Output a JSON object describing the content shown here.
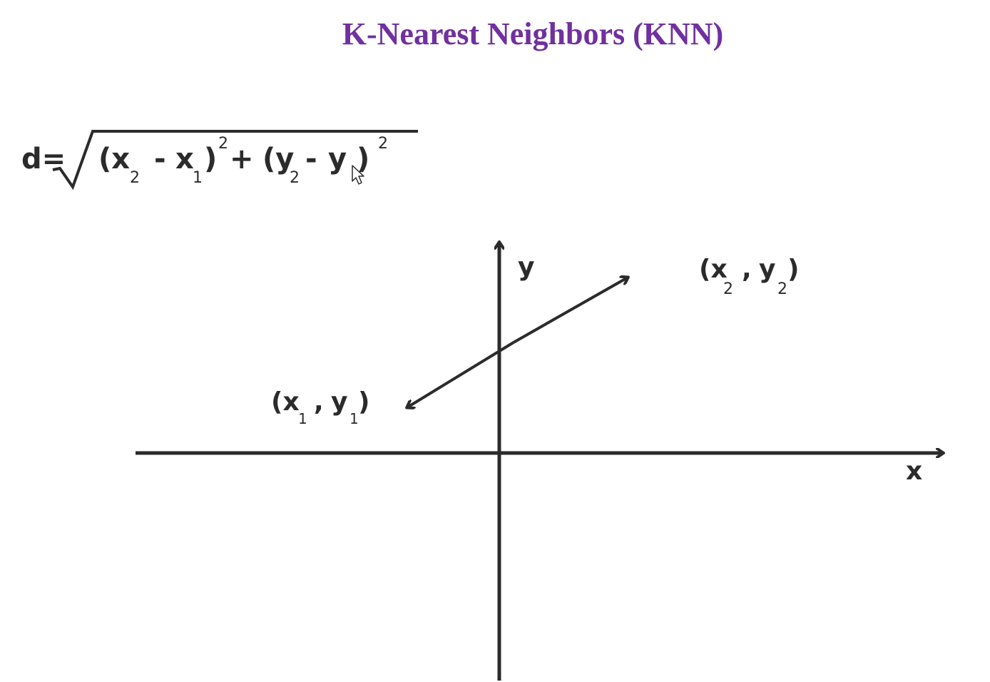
{
  "slide": {
    "title": "K-Nearest Neighbors (KNN)",
    "title_color": "#7030a0"
  },
  "formula": {
    "lhs": "d=",
    "open_paren_x": "(x",
    "sub_x2": "2",
    "minus_1": "-",
    "x": "x",
    "sub_x1": "1",
    "close_paren_x": ")",
    "sup_x": "2",
    "plus": "+",
    "open_paren_y": "(y",
    "sub_y2": "2",
    "minus_2": "-",
    "y": "y",
    "close_paren_y": ")",
    "sup_y": "2"
  },
  "graph": {
    "x_axis_label": "x",
    "y_axis_label": "y",
    "point1": {
      "open": "(x",
      "sub_x": "1",
      "comma": ",",
      "y": "y",
      "sub_y": "1",
      "close": ")"
    },
    "point2": {
      "open": "(x",
      "sub_x": "2",
      "comma": ",",
      "y": "y",
      "sub_y": "2",
      "close": ")"
    }
  },
  "icons": {
    "cursor": "mouse-pointer-icon"
  },
  "colors": {
    "ink": "#2b2b2b"
  }
}
